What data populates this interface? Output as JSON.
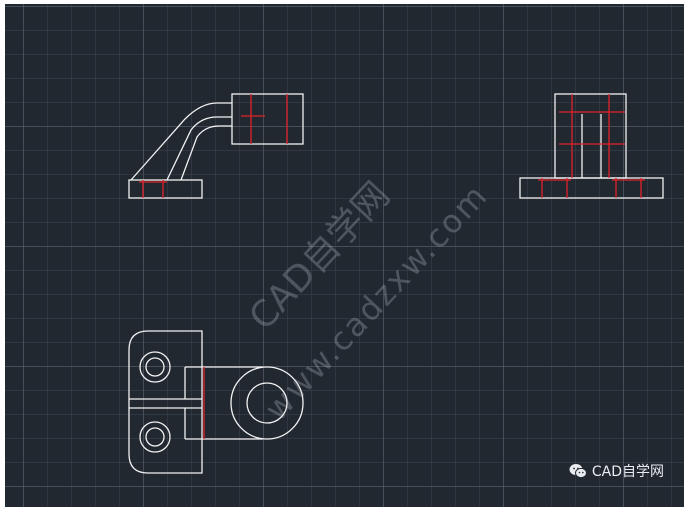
{
  "watermark": {
    "main": "CAD自学网",
    "url": "www.cadzxw.com"
  },
  "brand": {
    "icon": "wechat-icon",
    "label": "CAD自学网"
  },
  "colors": {
    "background": "#212830",
    "line_white": "#f2f2f2",
    "line_red": "#e0212a"
  }
}
